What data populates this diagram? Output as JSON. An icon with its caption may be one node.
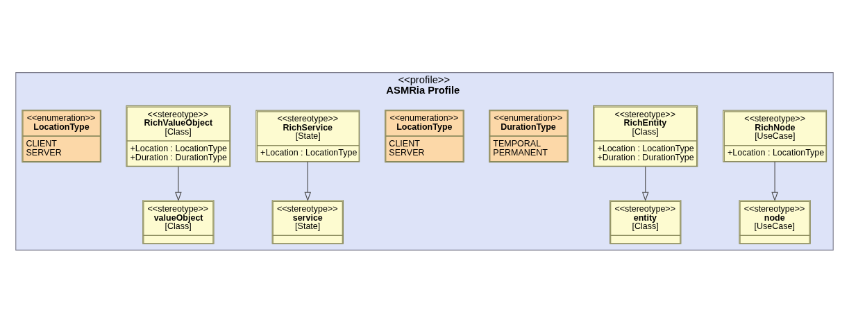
{
  "diagram": {
    "nodes": [
      {
        "text": [
          "<<profile>>",
          "ASMRia Profile"
        ]
      },
      {
        "text": [
          "<<stereotype>>",
          "node",
          "[UseCase]"
        ],
        "in": 0
      },
      {
        "text": [
          "<<stereotype>>",
          "RichNode",
          "[UseCase]",
          "+Location : LocationType"
        ],
        "in": 0
      },
      {
        "text": [
          "<<stereotype>>",
          "entity",
          "[Class]"
        ],
        "in": 0
      },
      {
        "text": [
          "<<stereotype>>",
          "RichEntity",
          "[Class]",
          "+Location : LocationType",
          "+Duration : DurationType"
        ],
        "in": 0
      },
      {
        "text": [
          "<<enumeration>>",
          "DurationType",
          "TEMPORAL",
          "PERMANENT"
        ],
        "in": 0
      },
      {
        "text": [
          "<<enumeration>>",
          "LocationType",
          "CLIENT",
          "SERVER"
        ],
        "in": 0
      },
      {
        "text": [
          "<<stereotype>>",
          "service",
          "[State]"
        ],
        "in": 0
      },
      {
        "text": [
          "<<stereotype>>",
          "RichService",
          "[State]",
          "+Location : LocationType"
        ],
        "in": 0
      },
      {
        "text": [
          "<<stereotype>>",
          "valueObject",
          "[Class]"
        ],
        "in": 0
      },
      {
        "text": [
          "<<stereotype>>",
          "RichValueObject",
          "[Class]",
          "+Location : LocationType",
          "+Duration : DurationType"
        ],
        "in": 0
      },
      {
        "text": [
          "<<enumeration>>",
          "LocationType",
          "CLIENT",
          "SERVER"
        ],
        "in": 0
      }
    ],
    "edges": [
      {
        "from": 2,
        "to": 1,
        "arrow": "to"
      },
      {
        "from": 4,
        "to": 3,
        "arrow": "to"
      },
      {
        "from": 8,
        "to": 7,
        "arrow": "to"
      },
      {
        "from": 10,
        "to": 9,
        "arrow": "to"
      }
    ]
  }
}
